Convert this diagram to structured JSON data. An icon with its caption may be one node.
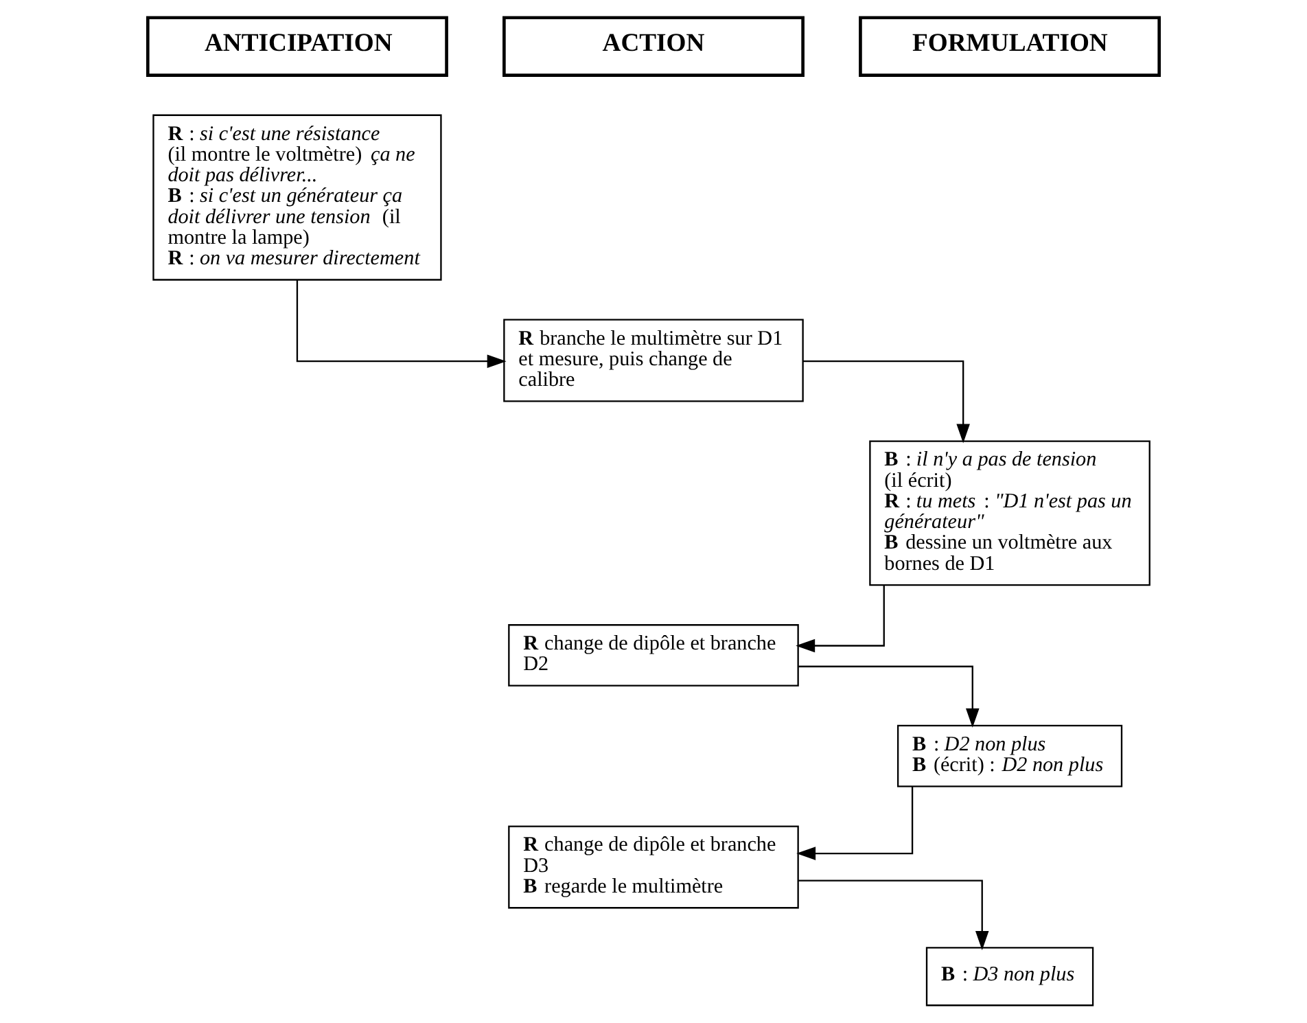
{
  "diagram": {
    "nodes": [
      {
        "text": [
          "ANTICIPATION"
        ]
      },
      {
        "text": [
          "ACTION"
        ]
      },
      {
        "text": [
          "FORMULATION"
        ]
      },
      {
        "text": [
          "**R** : *si c'est une résistance* (il montre le voltmètre) *ça ne doit pas délivrer...*",
          "**B** : *si c'est un générateur ça doit délivrer une tension* (il montre la lampe)",
          "**R** : *on va mesurer directement*"
        ]
      },
      {
        "text": [
          "**R** branche le multimètre sur D1 et mesure, puis change de calibre"
        ]
      },
      {
        "text": [
          "**B** : *il n'y a pas de tension* (il écrit)",
          "**R** : *tu mets* : *\"D1 n'est pas un générateur\"*",
          "**B** dessine un voltmètre aux bornes de D1"
        ]
      },
      {
        "text": [
          "**R** change de dipôle et branche D2"
        ]
      },
      {
        "text": [
          "**B** : *D2 non plus*",
          "**B** (écrit) : *D2 non plus*"
        ]
      },
      {
        "text": [
          "**R** change de dipôle et branche D3",
          "**B** regarde le multimètre"
        ]
      },
      {
        "text": [
          "**B** : *D3 non plus*"
        ]
      }
    ],
    "edges": [
      {
        "from": 3,
        "to": 4,
        "arrow": "to"
      },
      {
        "from": 4,
        "to": 5,
        "arrow": "to"
      },
      {
        "from": 5,
        "to": 6,
        "arrow": "to"
      },
      {
        "from": 6,
        "to": 7,
        "arrow": "to"
      },
      {
        "from": 7,
        "to": 8,
        "arrow": "to"
      },
      {
        "from": 8,
        "to": 9,
        "arrow": "to"
      }
    ]
  }
}
